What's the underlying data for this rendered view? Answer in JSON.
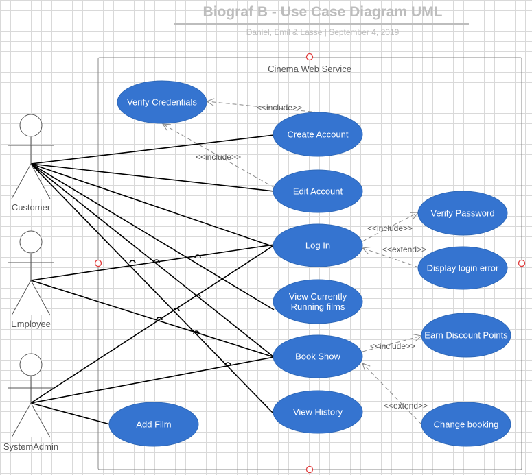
{
  "title": "Biograf B - Use Case Diagram UML",
  "subtitle": "Daniel, Emil & Lasse  |  September 4, 2019",
  "system_boundary": {
    "title": "Cinema Web Service"
  },
  "colors": {
    "usecase_fill": "#3574d0",
    "line": "#000000",
    "dependency": "#888888",
    "title": "#bdbdbd",
    "handle": "#e03a3a"
  },
  "actors": [
    {
      "id": "customer",
      "label": "Customer"
    },
    {
      "id": "employee",
      "label": "Employee"
    },
    {
      "id": "sysadmin",
      "label": "SystemAdmin"
    }
  ],
  "use_cases": [
    {
      "id": "verify_credentials",
      "lines": [
        "Verify Credentials"
      ]
    },
    {
      "id": "create_account",
      "lines": [
        "Create Account"
      ]
    },
    {
      "id": "edit_account",
      "lines": [
        "Edit Account"
      ]
    },
    {
      "id": "log_in",
      "lines": [
        "Log In"
      ]
    },
    {
      "id": "view_running",
      "lines": [
        "View Currently",
        "Running films"
      ]
    },
    {
      "id": "book_show",
      "lines": [
        "Book Show"
      ]
    },
    {
      "id": "view_history",
      "lines": [
        "View History"
      ]
    },
    {
      "id": "add_film",
      "lines": [
        "Add Film"
      ]
    },
    {
      "id": "verify_password",
      "lines": [
        "Verify Password"
      ]
    },
    {
      "id": "display_login_error",
      "lines": [
        "Display login error"
      ]
    },
    {
      "id": "earn_discount",
      "lines": [
        "Earn Discount Points"
      ]
    },
    {
      "id": "change_booking",
      "lines": [
        "Change booking"
      ]
    }
  ],
  "associations": [
    {
      "from": "customer",
      "to": "create_account"
    },
    {
      "from": "customer",
      "to": "edit_account"
    },
    {
      "from": "customer",
      "to": "log_in"
    },
    {
      "from": "customer",
      "to": "view_running"
    },
    {
      "from": "customer",
      "to": "book_show"
    },
    {
      "from": "customer",
      "to": "view_history"
    },
    {
      "from": "employee",
      "to": "log_in"
    },
    {
      "from": "employee",
      "to": "book_show"
    },
    {
      "from": "sysadmin",
      "to": "log_in"
    },
    {
      "from": "sysadmin",
      "to": "book_show"
    },
    {
      "from": "sysadmin",
      "to": "add_film"
    }
  ],
  "dependencies": [
    {
      "from": "create_account",
      "to": "verify_credentials",
      "label": "<<include>>"
    },
    {
      "from": "edit_account",
      "to": "verify_credentials",
      "label": "<<include>>"
    },
    {
      "from": "log_in",
      "to": "verify_password",
      "label": "<<include>>"
    },
    {
      "from": "display_login_error",
      "to": "log_in",
      "label": "<<extend>>"
    },
    {
      "from": "book_show",
      "to": "earn_discount",
      "label": "<<include>>"
    },
    {
      "from": "change_booking",
      "to": "book_show",
      "label": "<<extend>>"
    }
  ]
}
